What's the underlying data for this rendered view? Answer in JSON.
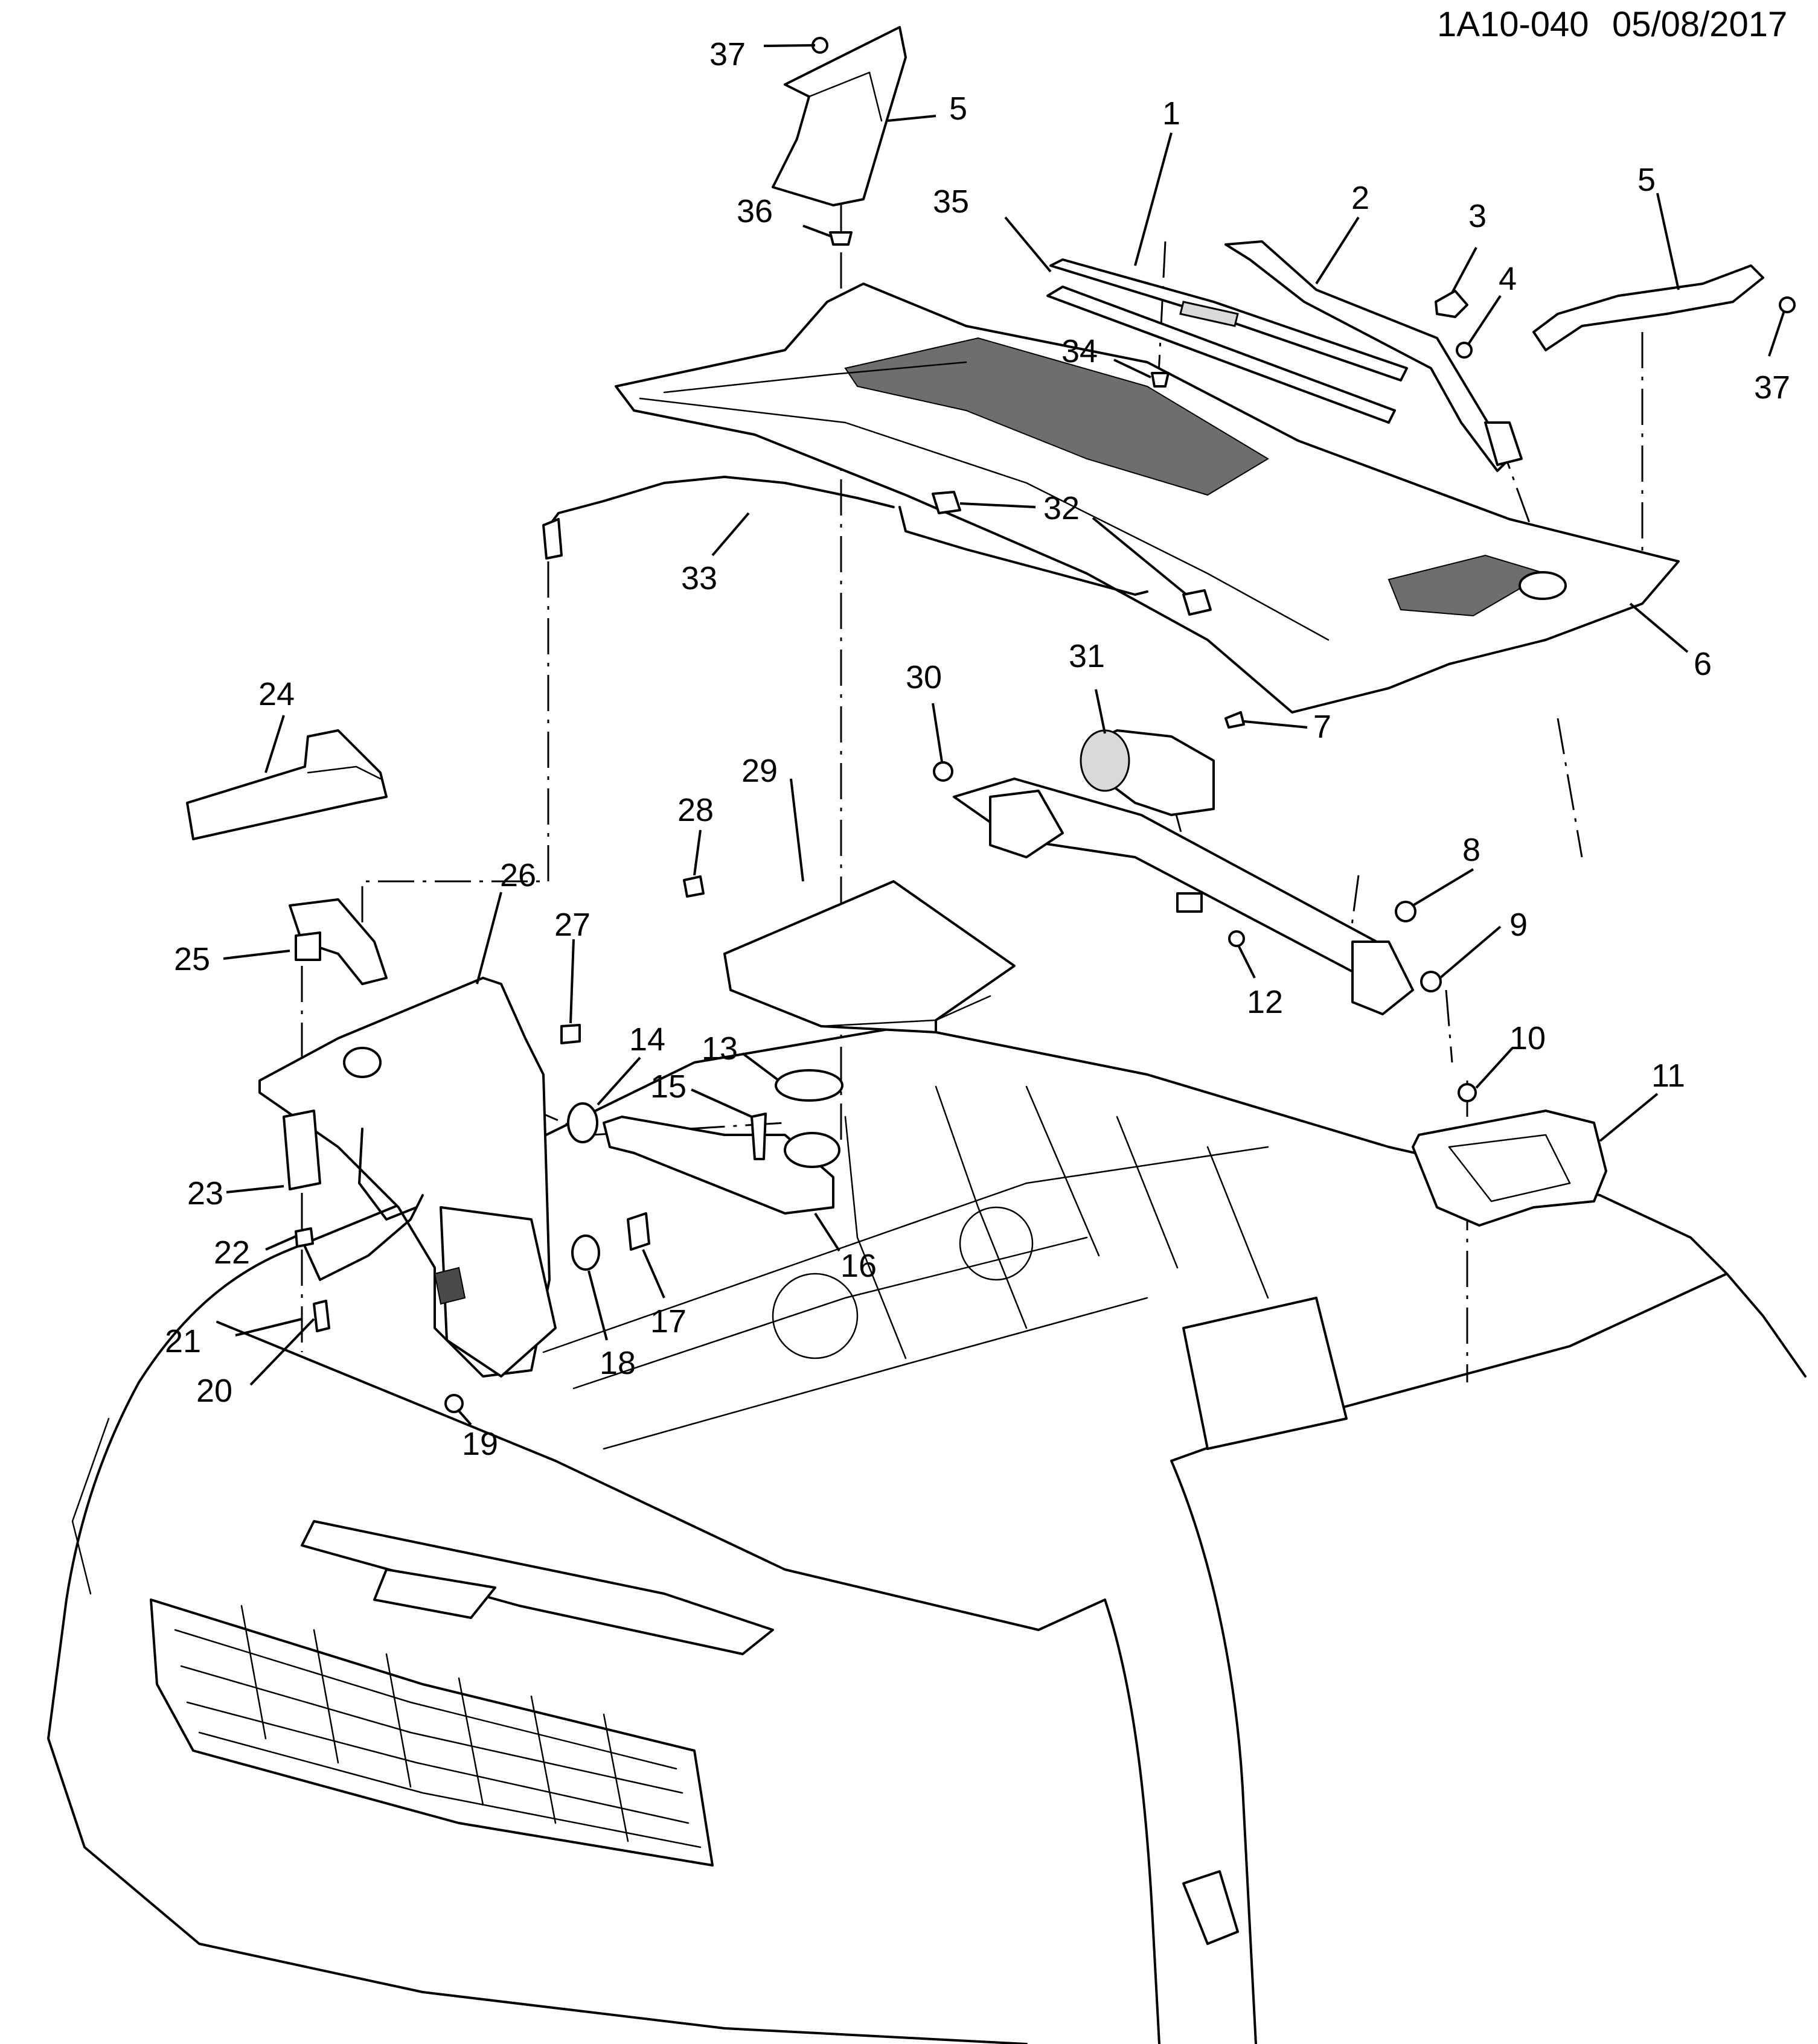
{
  "drawing": {
    "reference": "1A10-040",
    "date": "05/08/2017"
  },
  "callouts": {
    "c1": "1",
    "c2": "2",
    "c3": "3",
    "c4": "4",
    "c5a": "5",
    "c5b": "5",
    "c6": "6",
    "c7": "7",
    "c8": "8",
    "c9": "9",
    "c10": "10",
    "c11": "11",
    "c12": "12",
    "c13": "13",
    "c14": "14",
    "c15": "15",
    "c16": "16",
    "c17": "17",
    "c18": "18",
    "c19": "19",
    "c20": "20",
    "c21": "21",
    "c22": "22",
    "c23": "23",
    "c24": "24",
    "c25": "25",
    "c26": "26",
    "c27": "27",
    "c28": "28",
    "c29": "29",
    "c30": "30",
    "c31": "31",
    "c32": "32",
    "c33": "33",
    "c34": "34",
    "c35": "35",
    "c36": "36",
    "c37a": "37",
    "c37b": "37"
  }
}
